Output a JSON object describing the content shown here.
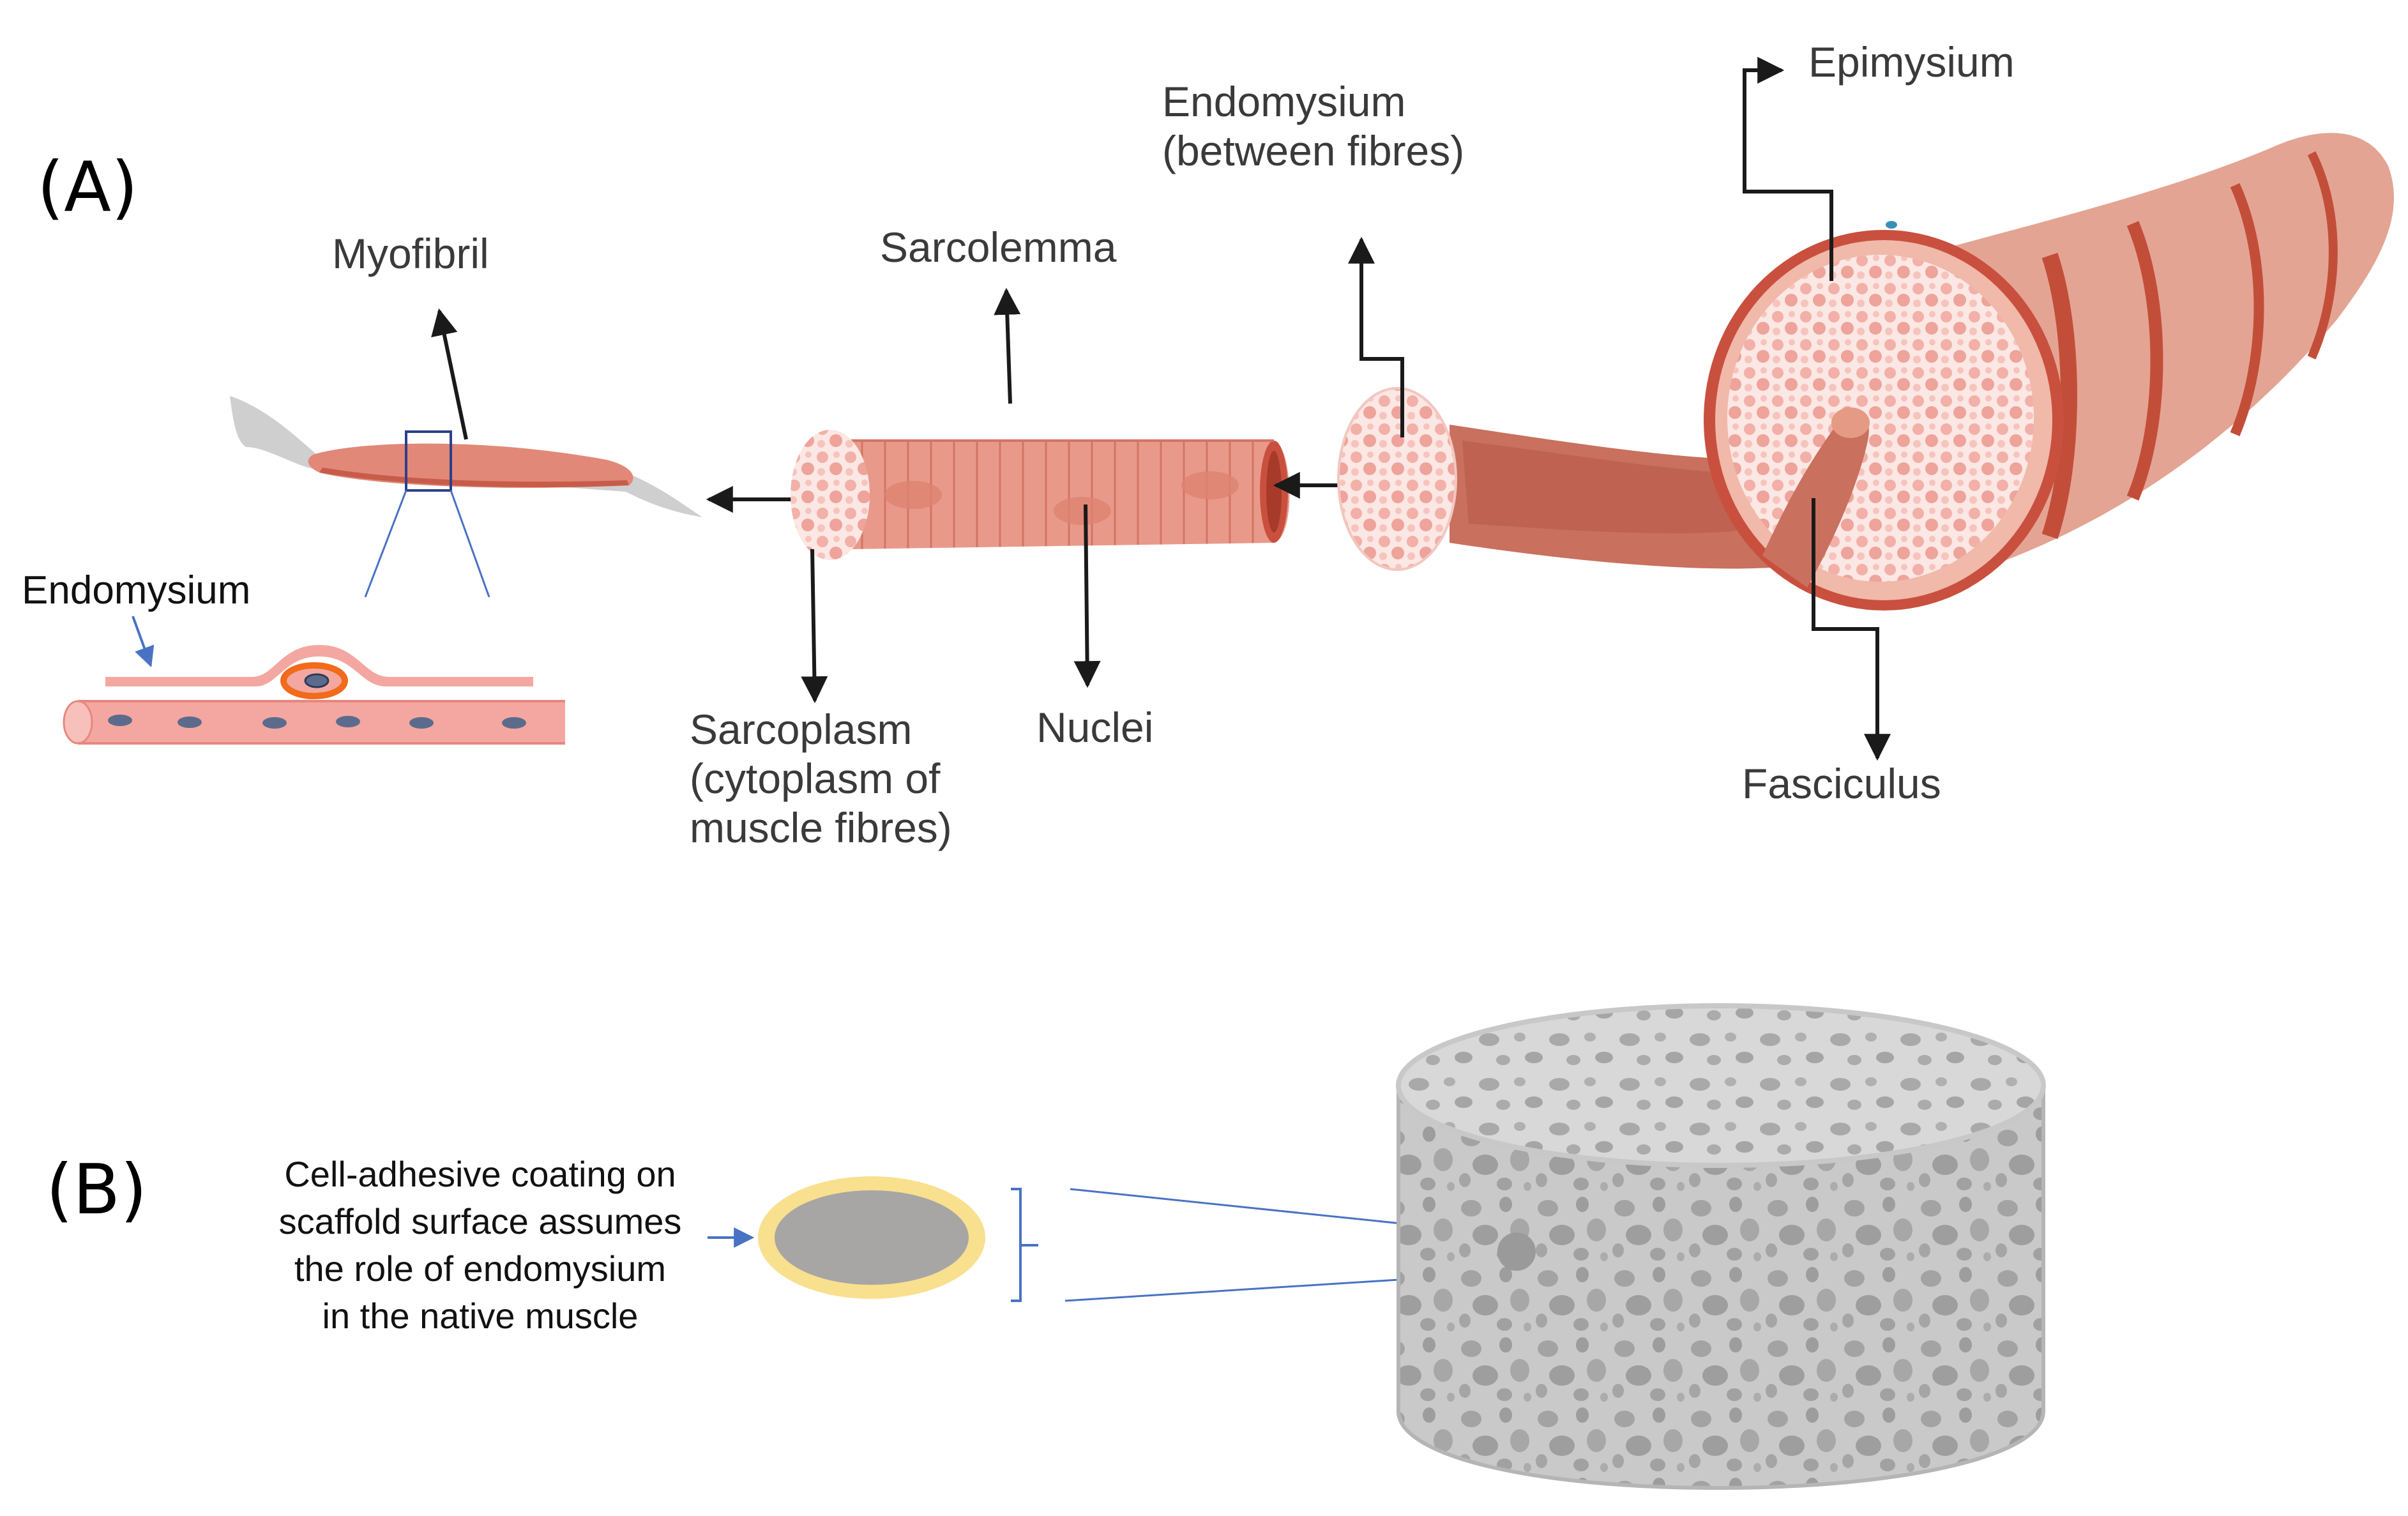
{
  "panels": {
    "a": {
      "label": "(A)"
    },
    "b": {
      "label": "(B)"
    }
  },
  "labels": {
    "myofibril": "Myofibril",
    "sarcolemma": "Sarcolemma",
    "endomysium_between": [
      "Endomysium",
      "(between fibres)"
    ],
    "epimysium": "Epimysium",
    "endomysium": "Endomysium",
    "sarcoplasm": [
      "Sarcoplasm",
      "(cytoplasm of",
      "muscle fibres)"
    ],
    "nuclei": "Nuclei",
    "fasciculus": "Fasciculus",
    "coating": [
      "Cell-adhesive coating on",
      "scaffold surface assumes",
      "the role of endomysium",
      "in the native muscle"
    ]
  },
  "colors": {
    "muscle_pink": "#e8957f",
    "muscle_dark": "#c75a45",
    "fibre_light": "#f6c4bd",
    "nucleus": "#5c6b8c",
    "highlight_orange": "#f26a1b",
    "coating_yellow": "#f8e08e",
    "fibre_grey": "#a8a5a5",
    "scaffold_grey": "#bdbdbd",
    "leader_blue": "#4a72c4"
  },
  "icons": {
    "arrow": "arrow-icon",
    "scaffold": "porous-scaffold-icon"
  }
}
